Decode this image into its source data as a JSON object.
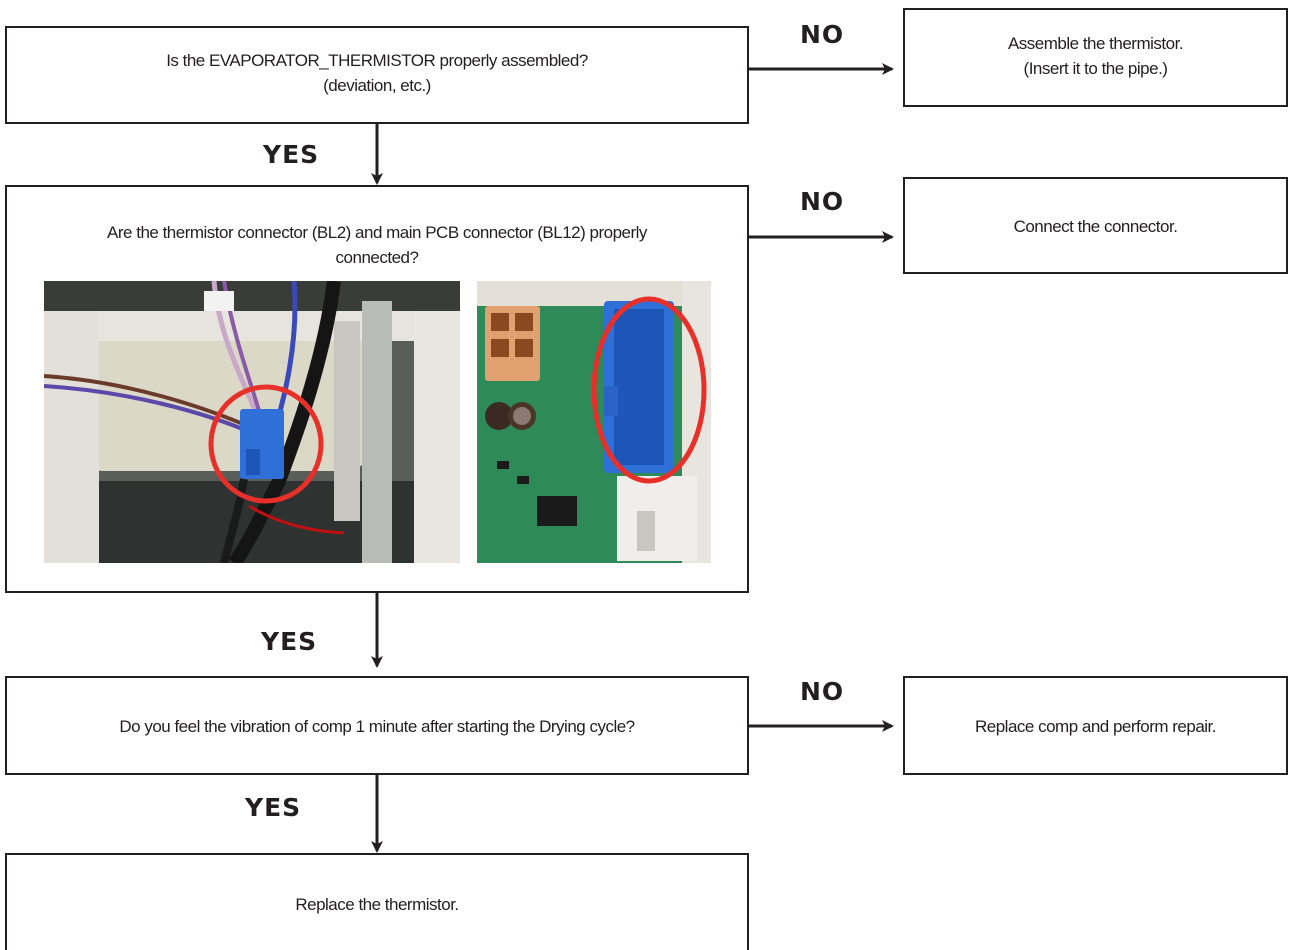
{
  "steps": {
    "q1": {
      "line1": "Is the EVAPORATOR_THERMISTOR properly assembled?",
      "line2": "(deviation, etc.)"
    },
    "a1": {
      "line1": "Assemble the thermistor.",
      "line2": "(Insert it to the pipe.)"
    },
    "q2": {
      "line1": "Are the thermistor connector (BL2) and main PCB connector (BL12) properly",
      "line2": "connected?"
    },
    "a2": {
      "line1": "Connect the connector."
    },
    "q3": {
      "line1": "Do you feel the vibration of comp 1 minute after starting the Drying cycle?"
    },
    "a3": {
      "line1": "Replace comp and perform repair."
    },
    "end": {
      "line1": "Replace the thermistor."
    }
  },
  "labels": {
    "yes": "YES",
    "no": "NO"
  },
  "colors": {
    "line": "#231f20",
    "highlight_circle": "#e8302a",
    "connector_blue": "#2f6fd8",
    "pcb_green": "#2f8a5a"
  }
}
